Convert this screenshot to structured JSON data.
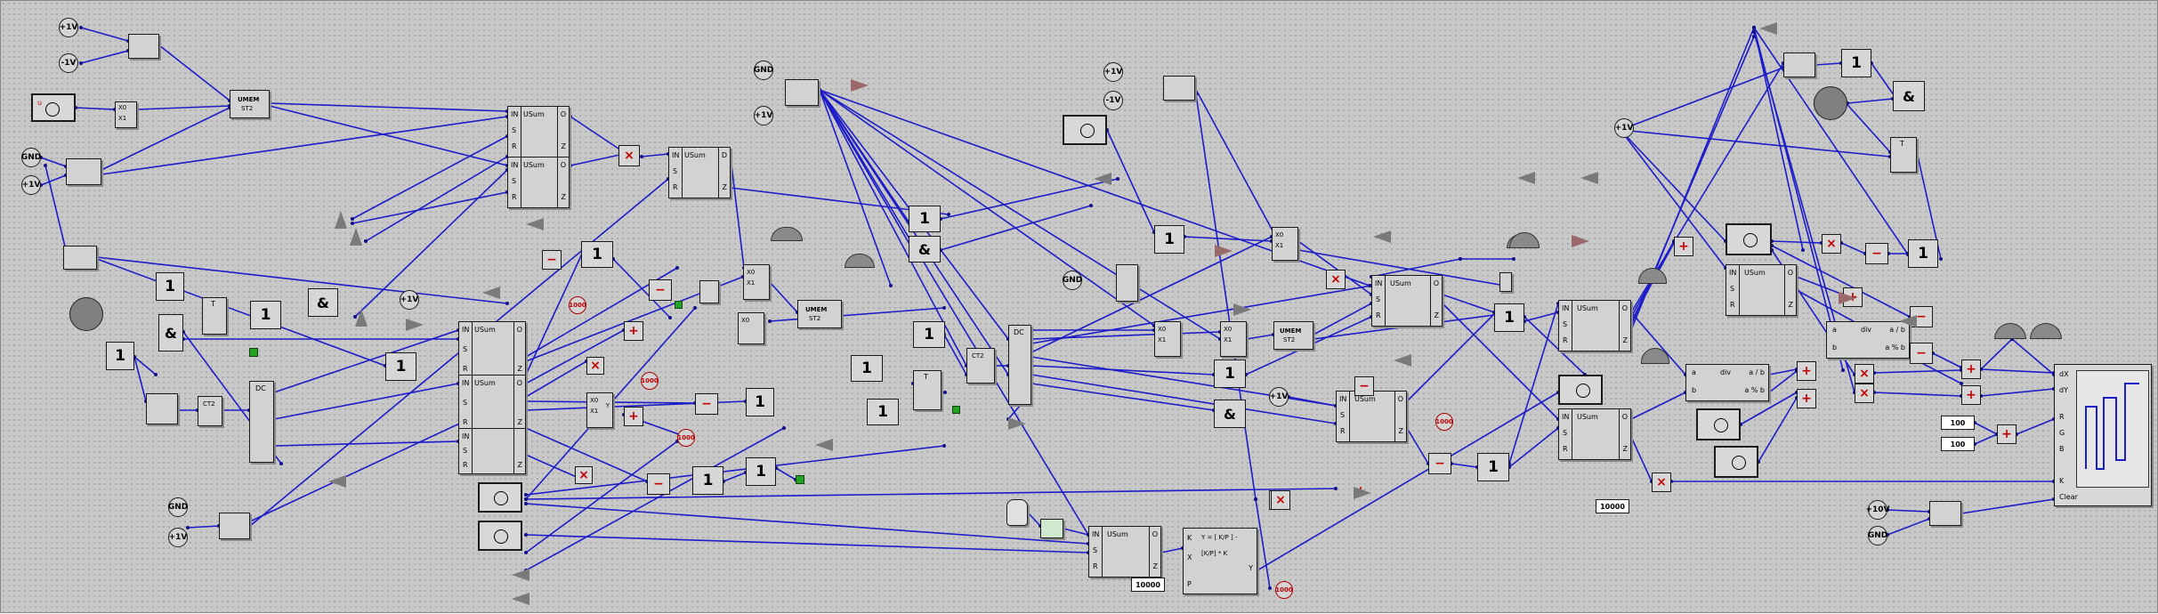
{
  "labels": {
    "plus1v": "+1V",
    "minus1v": "-1V",
    "gnd": "GND",
    "plus10v": "+10V",
    "one": "1",
    "and": "&",
    "umem": "UMEM",
    "umem_sub": "ST2",
    "usum": "USum",
    "in": "IN",
    "s": "S",
    "r": "R",
    "o": "O",
    "z": "Z",
    "dc": "DC",
    "ct2": "CT2",
    "t": "T",
    "d": "D",
    "x0": "X0",
    "x1": "X1",
    "y": "Y",
    "div": "div",
    "a_b": "a / b",
    "a_mod_b": "a % b",
    "a": "a",
    "b": "b",
    "plus": "+",
    "minus": "−",
    "times": "×",
    "v1000": "1000",
    "n10000": "10000",
    "n100": "100",
    "formula1": "Y = [ K/P ] -",
    "formula2": "[K/P] * K",
    "k": "K",
    "x": "X",
    "p": "P",
    "scope_dx": "dX",
    "scope_dy": "dY",
    "scope_r": "R",
    "scope_g": "G",
    "scope_b": "B",
    "scope_k": "K",
    "scope_clear": "Clear"
  },
  "colors": {
    "canvas": "#c8c8c8",
    "wire": "#1c1cc8",
    "op_symbol": "#c00000",
    "indicator": "#22a322"
  }
}
